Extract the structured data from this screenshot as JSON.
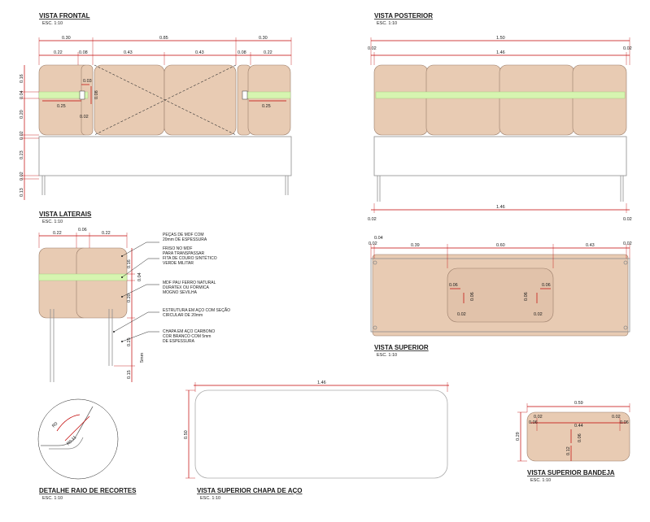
{
  "views": {
    "frontal": {
      "title": "VISTA FRONTAL",
      "scale": "ESC. 1:10"
    },
    "posterior": {
      "title": "VISTA POSTERIOR",
      "scale": "ESC. 1:10"
    },
    "laterais": {
      "title": "VISTA LATERAIS",
      "scale": "ESC. 1:10"
    },
    "superior": {
      "title": "VISTA SUPERIOR",
      "scale": "ESC. 1:10"
    },
    "detalhe": {
      "title": "DETALHE RAIO DE RECORTES",
      "scale": "ESC. 1:10"
    },
    "chapa": {
      "title": "VISTA SUPERIOR CHAPA DE AÇO",
      "scale": "ESC. 1:10"
    },
    "bandeja": {
      "title": "VISTA SUPERIOR BANDEJA",
      "scale": "ESC. 1:10"
    }
  },
  "frontal_dims": {
    "top_left": "0.30",
    "top_mid": "0.85",
    "top_right": "0.30",
    "l1": "0.22",
    "l2": "0.08",
    "m1": "0.43",
    "m2": "0.43",
    "r1": "0.08",
    "r2": "0.22",
    "v1": "0.16",
    "v2": "0.04",
    "v3": "0.20",
    "v4": "0.02",
    "v5": "0.23",
    "v6": "0.02",
    "v7": "0.13",
    "slot_h": "0.03",
    "slot_w": "0.08",
    "strap_l": "0.25",
    "strap_r": "0.25",
    "gap": "0.02"
  },
  "posterior_dims": {
    "top": "1.50",
    "mid": "1.46",
    "e_l": "0.02",
    "e_r": "0.02",
    "bottom": "1.46",
    "b_l": "0.02",
    "b_r": "0.02"
  },
  "laterais_dims": {
    "a": "0.22",
    "b": "0.06",
    "c": "0.22",
    "v1": "0.16",
    "v2": "0.04",
    "v3": "0.20",
    "v4": "0.25",
    "v5": "0.15",
    "thick": "5mm"
  },
  "laterais_notes": {
    "n1": [
      "PEÇAS DE MDF COM",
      "20mm DE ESPESSURA"
    ],
    "n2": [
      "FRISO NO MDF",
      "PARA TRANSPASSAR",
      "FITA DE COURO SINTÉTICO",
      "VERDE MILITAR"
    ],
    "n3": [
      "MDF PAU FERRO NATURAL",
      "DURATEX OU FÓRMICA",
      "MOGNO SEVILHA"
    ],
    "n4": [
      "ESTRUTURA EM AÇO COM SEÇÃO",
      "CIRCULAR DE 20mm"
    ],
    "n5": [
      "CHAPA EM AÇO CARBONO",
      "COR BRANCO COM 5mm",
      "DE ESPESSURA"
    ]
  },
  "superior_dims": {
    "e1": "0.04",
    "e2": "0.02",
    "a": "0.39",
    "b": "0.60",
    "c": "0.43",
    "e3": "0.02",
    "h1": "0.06",
    "h2": "0.06",
    "h3": "0.06",
    "h4": "0.06",
    "s1": "0.02",
    "s2": "0.02"
  },
  "detalhe_dims": {
    "r1": "R0",
    "r2": "R0,11"
  },
  "chapa_dims": {
    "w": "1.46",
    "h": "0.50"
  },
  "bandeja_dims": {
    "w": "0.59",
    "a": "0.02",
    "b": "0.02",
    "c": "0.06",
    "d": "0.44",
    "e": "0.06",
    "h": "0.29",
    "f": "0.06",
    "g": "0.12"
  }
}
